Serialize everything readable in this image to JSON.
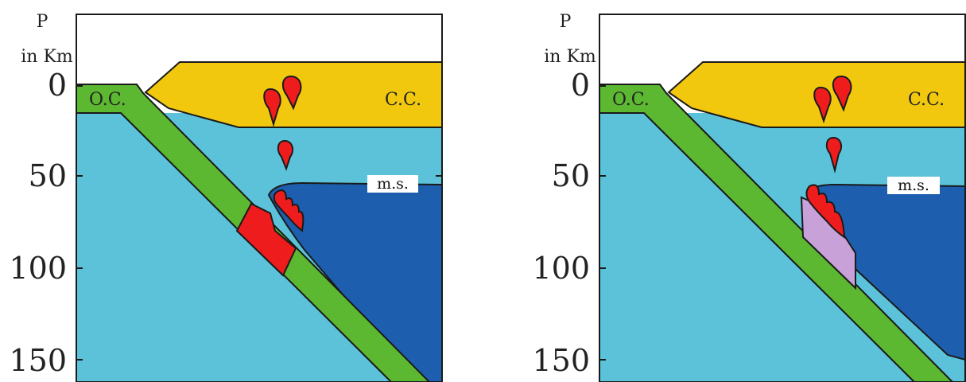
{
  "colors": {
    "mantle": "#5bc2da",
    "continental_crust": "#f2c80f",
    "oceanic_slab": "#5cb731",
    "mantle_wedge": "#1d5fae",
    "melt": "#ee1c1c",
    "eclogite": "#c7a1d8",
    "outline": "#1a1a1a"
  },
  "panels": [
    {
      "axis": {
        "title_line1": "P",
        "title_line2": "in Km",
        "ticks": [
          "0",
          "50",
          "100",
          "150"
        ]
      },
      "labels": {
        "oceanic_crust": "O.C.",
        "continental_crust": "C.C.",
        "mantle_wedge": "m.s."
      }
    },
    {
      "axis": {
        "title_line1": "P",
        "title_line2": "in Km",
        "ticks": [
          "0",
          "50",
          "100",
          "150"
        ]
      },
      "labels": {
        "oceanic_crust": "O.C.",
        "continental_crust": "C.C.",
        "mantle_wedge": "m.s."
      }
    }
  ]
}
